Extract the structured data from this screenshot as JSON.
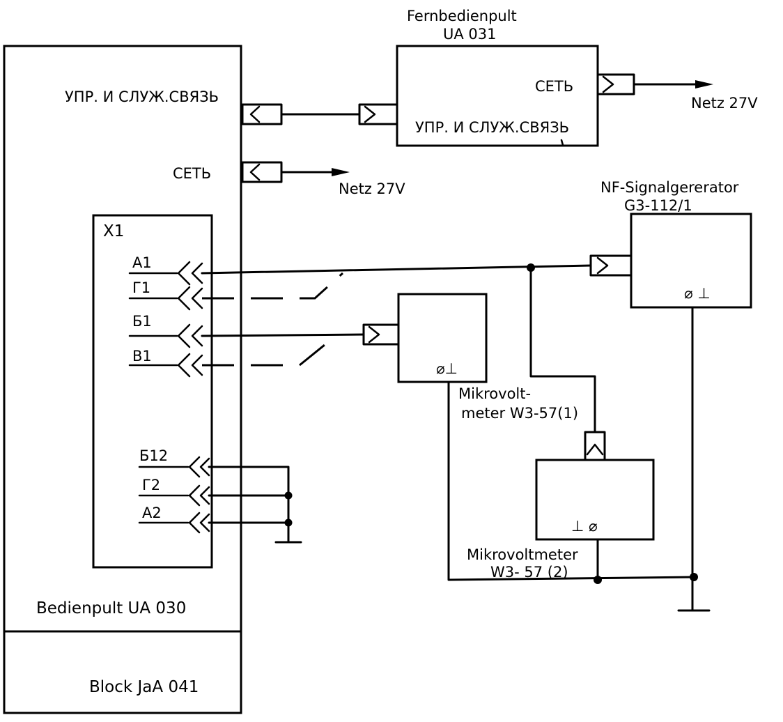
{
  "remote_panel": {
    "title_line1": "Fernbedienpult",
    "title_line2": "UA 031",
    "port_network": "СЕТЬ",
    "port_control": "УПР. И СЛУЖ.СВЯЗЬ",
    "power_label": "Netz 27V"
  },
  "main_panel": {
    "port_control": "УПР. И СЛУЖ.СВЯЗЬ",
    "port_network": "СЕТЬ",
    "power_label": "Netz 27V",
    "name": "Bedienpult UA 030",
    "block_name": "Block JaA 041"
  },
  "connector": {
    "name": "X1",
    "pins_top": [
      "A1",
      "Г1",
      "Б1",
      "В1"
    ],
    "pins_bottom": [
      "Б12",
      "Г2",
      "A2"
    ]
  },
  "generator": {
    "title_line1": "NF-Signalgererator",
    "title_line2": "G3-112/1",
    "terminals": "⌀ ⊥"
  },
  "microvoltmeter1": {
    "label_line1": "Mikrovolt-",
    "label_line2": "meter W3-57(1)",
    "terminals": "⌀⊥"
  },
  "microvoltmeter2": {
    "label_line1": "Mikrovoltmeter",
    "label_line2": "W3- 57 (2)",
    "terminals": "⊥ ⌀"
  }
}
